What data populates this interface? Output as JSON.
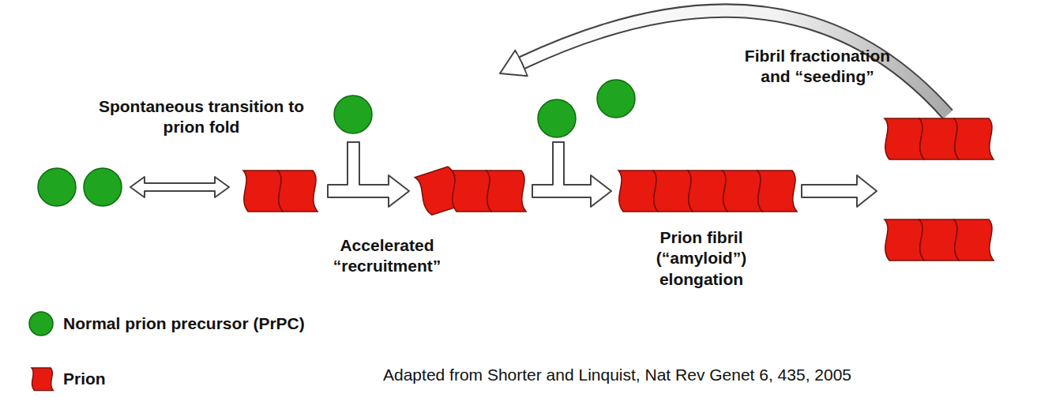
{
  "diagram": {
    "labels": [
      "Spontaneous transition to prion fold",
      "Accelerated “recruitment”",
      "Prion fibril (“amyloid”) elongation",
      "Fibril fractionation and “seeding”",
      "Adapted from Shorter and Linquist, Nat Rev Genet 6, 435, 2005"
    ],
    "legend": [
      {
        "text": "Normal prion precursor (PrPC)",
        "color": "#1fa51f"
      },
      {
        "text": "Prion",
        "color": "#e8190f"
      }
    ]
  }
}
